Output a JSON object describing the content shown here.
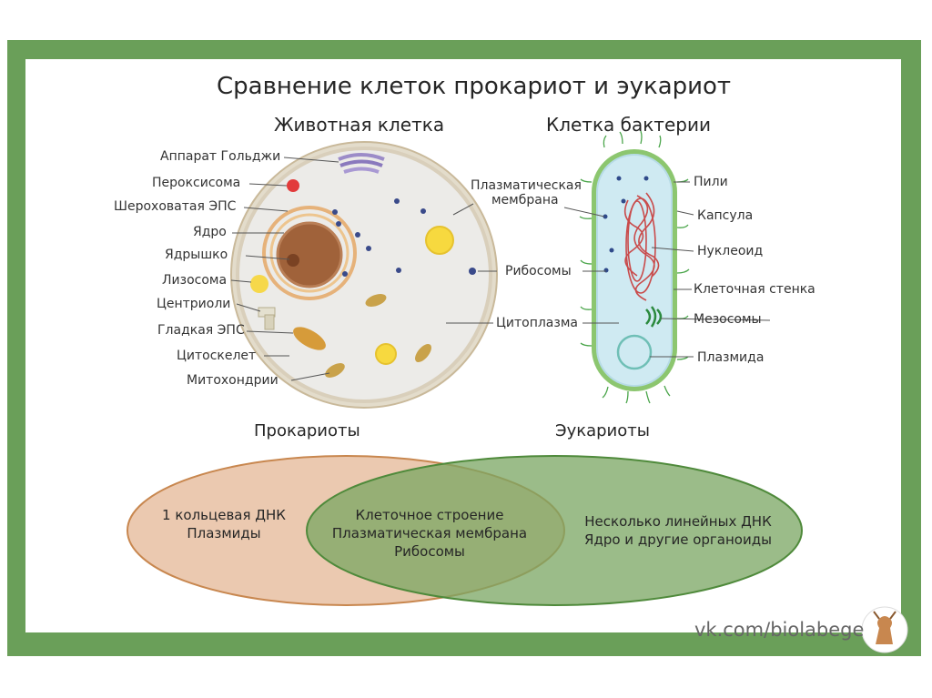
{
  "title": "Сравнение клеток прокариот и эукариот",
  "animal_cell": {
    "heading": "Животная клетка",
    "labels": {
      "golgi": "Аппарат Гольджи",
      "peroxisome": "Пероксисома",
      "rough_er": "Шероховатая ЭПС",
      "nucleus": "Ядро",
      "nucleolus": "Ядрышко",
      "lysosome": "Лизосома",
      "centrioles": "Центриоли",
      "smooth_er": "Гладкая ЭПС",
      "cytoskeleton": "Цитоскелет",
      "mitochondria": "Митохондрии"
    }
  },
  "bacterial_cell": {
    "heading": "Клетка бактерии",
    "labels": {
      "pili": "Пили",
      "capsule": "Капсула",
      "nucleoid": "Нуклеоид",
      "cell_wall": "Клеточная стенка",
      "mesosomes": "Мезосомы",
      "plasmid": "Плазмида"
    }
  },
  "shared_labels": {
    "plasma_membrane_line1": "Плазматическая",
    "plasma_membrane_line2": "мембрана",
    "ribosomes": "Рибосомы",
    "cytoplasm": "Цитоплазма"
  },
  "venn": {
    "left_heading": "Прокариоты",
    "right_heading": "Эукариоты",
    "left_line1": "1 кольцевая ДНК",
    "left_line2": "Плазмиды",
    "center_line1": "Клеточное строение",
    "center_line2": "Плазматическая мембрана",
    "center_line3": "Рибосомы",
    "right_line1": "Несколько линейных ДНК",
    "right_line2": "Ядро и другие органоиды"
  },
  "watermark": "vk.com/biolabege",
  "colors": {
    "frame": "#6a9f59",
    "prokaryote_oval": "#c8874f",
    "eukaryote_oval": "#6e9c55",
    "bacteria_body": "#cfeaf2",
    "nucleus": "#a0623a"
  }
}
